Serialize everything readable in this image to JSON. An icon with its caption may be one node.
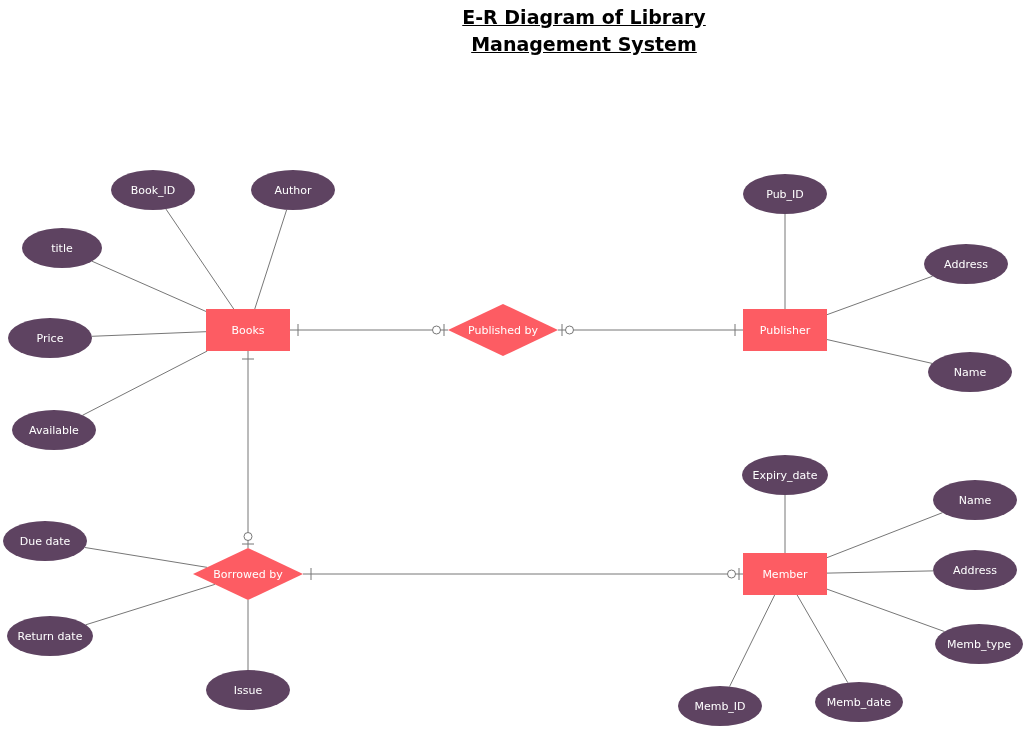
{
  "diagram": {
    "title": "E-R Diagram of Library Management System",
    "nodes": [
      {
        "text": [
          "Books"
        ]
      },
      {
        "text": [
          "Published by"
        ]
      },
      {
        "text": [
          "Publisher"
        ]
      },
      {
        "text": [
          "Borrowed by"
        ]
      },
      {
        "text": [
          "Member"
        ]
      },
      {
        "text": [
          "Book_ID"
        ]
      },
      {
        "text": [
          "Author"
        ]
      },
      {
        "text": [
          "title"
        ]
      },
      {
        "text": [
          "Price"
        ]
      },
      {
        "text": [
          "Available"
        ]
      },
      {
        "text": [
          "Pub_ID"
        ]
      },
      {
        "text": [
          "Address"
        ]
      },
      {
        "text": [
          "Name"
        ]
      },
      {
        "text": [
          "Expiry_date"
        ]
      },
      {
        "text": [
          "Name"
        ]
      },
      {
        "text": [
          "Address"
        ]
      },
      {
        "text": [
          "Memb_type"
        ]
      },
      {
        "text": [
          "Due date"
        ]
      },
      {
        "text": [
          "Return date"
        ]
      },
      {
        "text": [
          "Issue"
        ]
      },
      {
        "text": [
          "Memb_ID"
        ]
      },
      {
        "text": [
          "Memb_date"
        ]
      }
    ],
    "edges": [
      {
        "from": 0,
        "to": 1,
        "arrow": "other"
      },
      {
        "from": 1,
        "to": 2,
        "arrow": "other"
      },
      {
        "from": 0,
        "to": 3,
        "arrow": "other"
      },
      {
        "from": 3,
        "to": 4,
        "arrow": "other"
      },
      {
        "from": 5,
        "to": 0,
        "arrow": "none"
      },
      {
        "from": 6,
        "to": 0,
        "arrow": "none"
      },
      {
        "from": 7,
        "to": 0,
        "arrow": "none"
      },
      {
        "from": 8,
        "to": 0,
        "arrow": "none"
      },
      {
        "from": 9,
        "to": 0,
        "arrow": "none"
      },
      {
        "from": 10,
        "to": 2,
        "arrow": "none"
      },
      {
        "from": 11,
        "to": 2,
        "arrow": "none"
      },
      {
        "from": 12,
        "to": 2,
        "arrow": "none"
      },
      {
        "from": 13,
        "to": 4,
        "arrow": "none"
      },
      {
        "from": 14,
        "to": 4,
        "arrow": "none"
      },
      {
        "from": 15,
        "to": 4,
        "arrow": "none"
      },
      {
        "from": 16,
        "to": 4,
        "arrow": "none"
      },
      {
        "from": 17,
        "to": 3,
        "arrow": "none"
      },
      {
        "from": 18,
        "to": 3,
        "arrow": "none"
      },
      {
        "from": 19,
        "to": 3,
        "arrow": "none"
      },
      {
        "from": 20,
        "to": 4,
        "arrow": "none"
      },
      {
        "from": 21,
        "to": 4,
        "arrow": "none"
      }
    ]
  }
}
